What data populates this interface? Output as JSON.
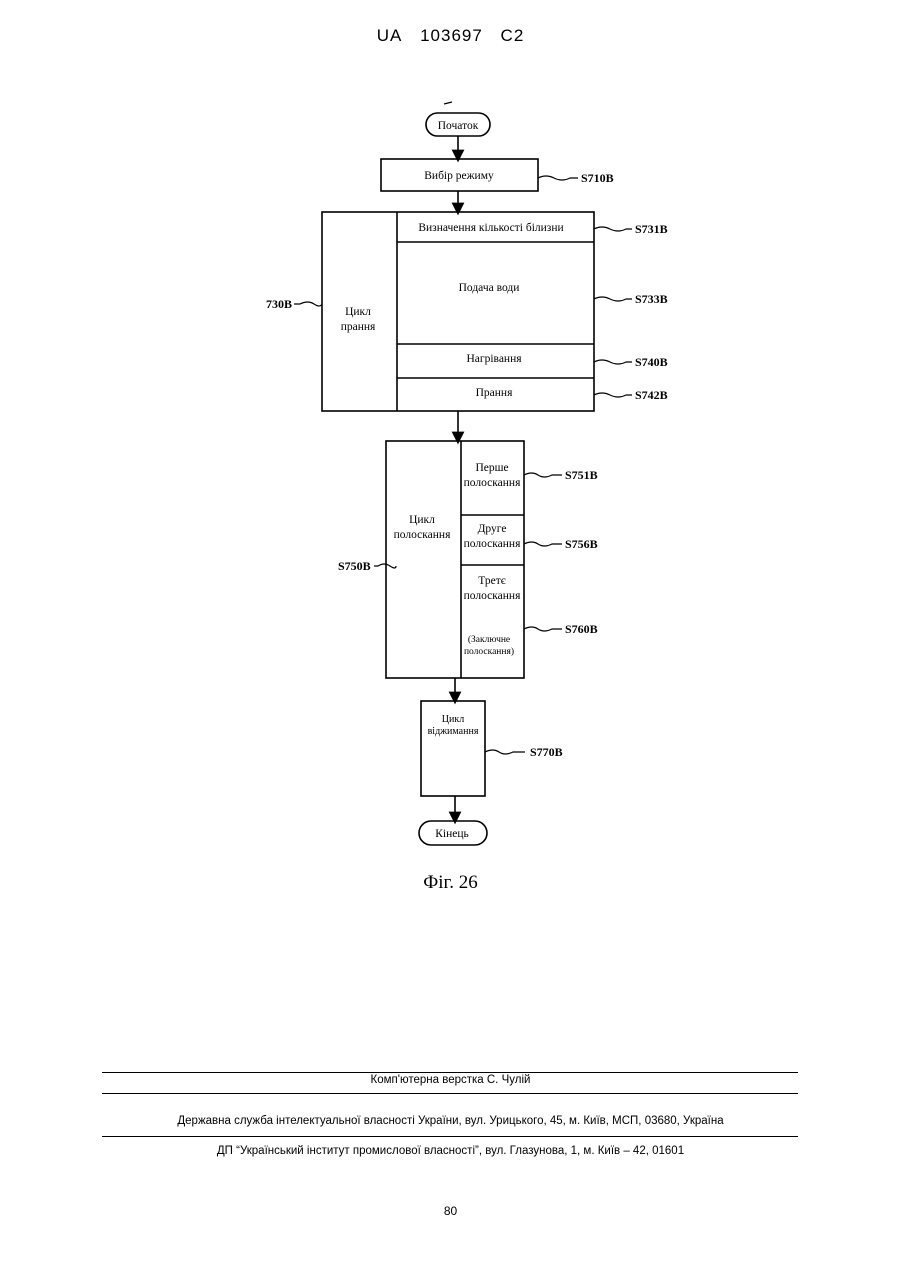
{
  "header": {
    "country": "UA",
    "number": "103697",
    "kind": "C2"
  },
  "flowchart": {
    "start": "Початок",
    "mode_select": "Вибір режиму",
    "mode_select_ref": "S710B",
    "wash_cycle_ref": "730B",
    "wash_cycle_title_1": "Цикл",
    "wash_cycle_title_2": "прання",
    "laundry_amount": "Визначення кількості білизни",
    "laundry_amount_ref": "S731B",
    "water_supply": "Подача води",
    "water_supply_ref": "S733B",
    "heating": "Нагрівання",
    "heating_ref": "S740B",
    "washing": "Прання",
    "washing_ref": "S742B",
    "rinse_cycle_title_1": "Цикл",
    "rinse_cycle_title_2": "полоскання",
    "rinse_cycle_ref": "S750B",
    "first_rinse_1": "Перше",
    "first_rinse_2": "полоскання",
    "first_rinse_ref": "S751B",
    "second_rinse_1": "Друге",
    "second_rinse_2": "полоскання",
    "second_rinse_ref": "S756B",
    "third_rinse_1": "Третє",
    "third_rinse_2": "полоскання",
    "final_rinse_1": "(Заключне",
    "final_rinse_2": "полоскання)",
    "third_rinse_ref": "S760B",
    "spin_cycle_1": "Цикл",
    "spin_cycle_2": "віджимання",
    "spin_cycle_ref": "S770B",
    "end": "Кінець"
  },
  "figure_caption": "Фіг. 26",
  "footer": {
    "layout": "Комп'ютерна верстка С. Чулій",
    "office": "Державна служба інтелектуальної власності України, вул. Урицького, 45, м. Київ, МСП, 03680, Україна",
    "institute": "ДП “Український інститут промислової власності”, вул. Глазунова, 1, м. Київ – 42, 01601"
  },
  "page_number": "80"
}
